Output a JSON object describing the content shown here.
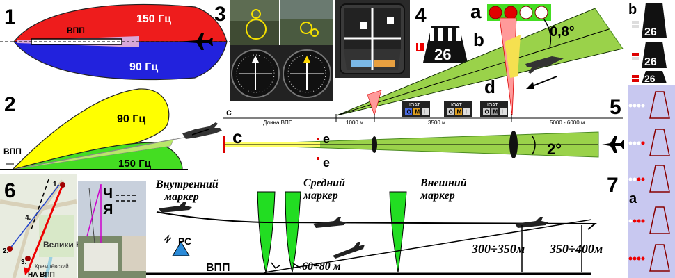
{
  "panel1": {
    "number": "1",
    "lobe_top_label": "150 Гц",
    "lobe_bottom_label": "90 Гц",
    "runway_label": "ВПП"
  },
  "panel2": {
    "number": "2",
    "lobe_top_label": "90 Гц",
    "lobe_bottom_label": "150 Гц",
    "runway_label": "ВПП"
  },
  "panel3": {
    "number": "3"
  },
  "panel4": {
    "number": "4",
    "runway_number": "26",
    "label_a": "a",
    "label_b": "b",
    "papi_colors": [
      "#e00000",
      "#e00000",
      "#ffffff",
      "#ffffff"
    ]
  },
  "panel5": {
    "number": "5",
    "glide_angle": "0,8°",
    "loc_angle": "2°",
    "label_c": "c",
    "label_d": "d",
    "label_e": "e",
    "scale": [
      "Длина ВПП",
      "1000 м",
      "3500 м",
      "5000 - 6000 м"
    ],
    "ioat_label": "IOAT",
    "lights": [
      "O",
      "M",
      "I"
    ]
  },
  "panel6": {
    "number": "6",
    "map_labels": [
      "1.",
      "2.",
      "3.",
      "4."
    ],
    "town_label": "Велики Новгоро",
    "town_label_2": "Кремлёвский",
    "runway_arrow": "НА ВПП",
    "letter_ch": "Ч",
    "letter_ya": "Я"
  },
  "panel7": {
    "number": "7",
    "inner_marker": [
      "Внутренний",
      "маркер"
    ],
    "middle_marker": [
      "Средний",
      "маркер"
    ],
    "outer_marker": [
      "Внешний",
      "маркер"
    ],
    "rs_label": "РС",
    "runway_label": "ВПП",
    "dist_60_80": "60÷80 м",
    "alt_1": "300÷350м",
    "alt_2": "350÷400м"
  },
  "side": {
    "label_b": "b",
    "label_a": "a",
    "runway_number": "26"
  }
}
